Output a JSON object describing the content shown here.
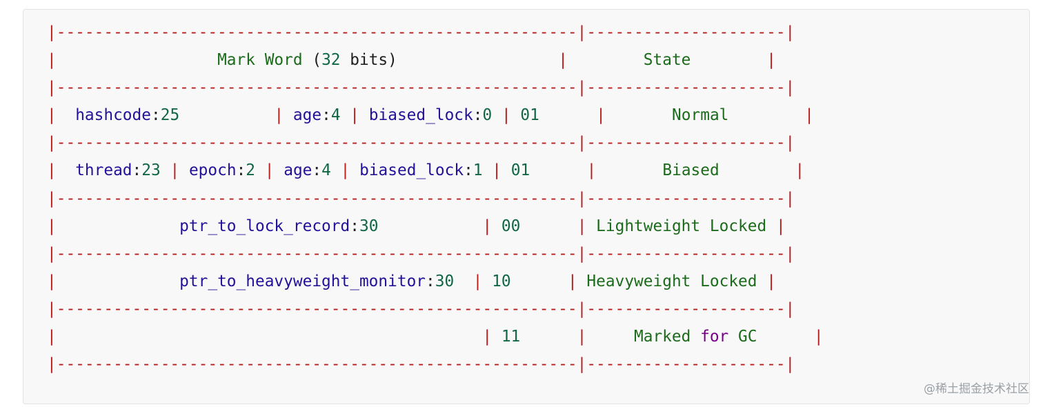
{
  "table": {
    "header": {
      "title_a": "Mark",
      "title_b": "Word",
      "bits_num": "32",
      "bits_word": "bits",
      "state": "State"
    },
    "rows": [
      {
        "hash_key": "hashcode",
        "hash_val": "25",
        "age_key": "age",
        "age_val": "4",
        "bl_key": "biased_lock",
        "bl_val": "0",
        "bits": "01",
        "state": "Normal"
      },
      {
        "thread_key": "thread",
        "thread_val": "23",
        "epoch_key": "epoch",
        "epoch_val": "2",
        "age_key": "age",
        "age_val": "4",
        "bl_key": "biased_lock",
        "bl_val": "1",
        "bits": "01",
        "state": "Biased"
      },
      {
        "ptr_key": "ptr_to_lock_record",
        "ptr_val": "30",
        "bits": "00",
        "state_a": "Lightweight",
        "state_b": "Locked"
      },
      {
        "ptr_key": "ptr_to_heavyweight_monitor",
        "ptr_val": "30",
        "bits": "10",
        "state_a": "Heavyweight",
        "state_b": "Locked"
      },
      {
        "bits": "11",
        "state_a": "Marked",
        "state_for": "for",
        "state_b": "GC"
      }
    ]
  },
  "watermark": "@稀土掘金技术社区"
}
